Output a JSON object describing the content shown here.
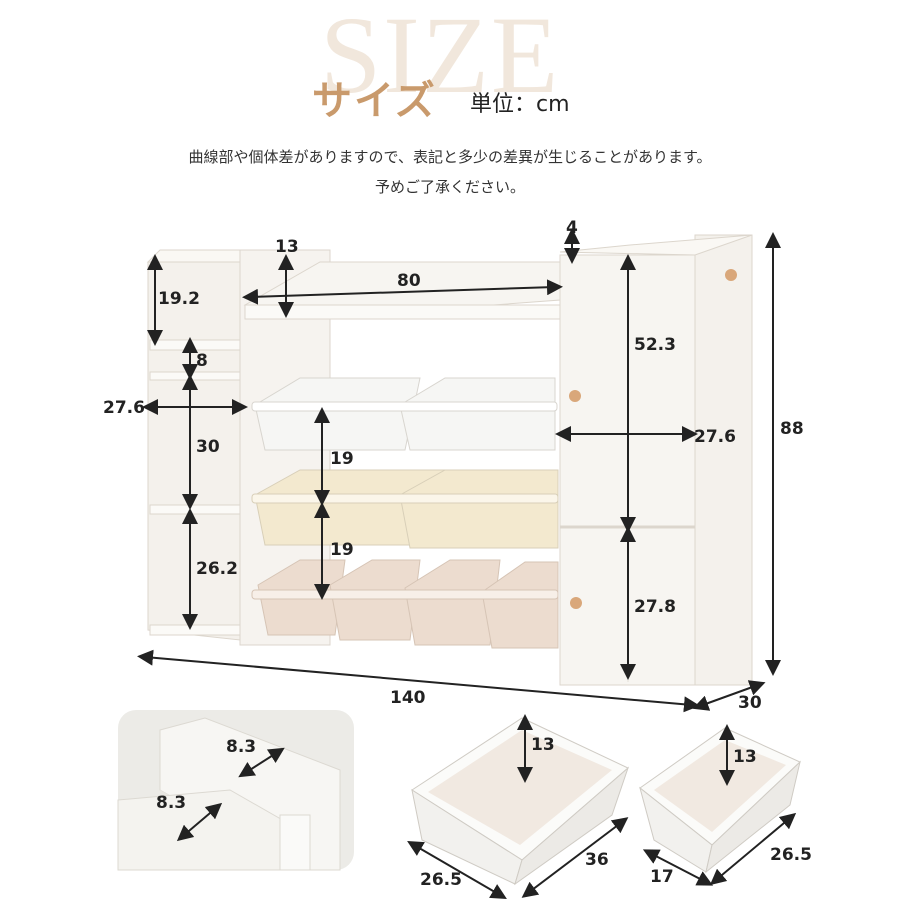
{
  "header": {
    "watermark": "SIZE",
    "title": "サイズ",
    "unit": "単位：cm"
  },
  "notes": {
    "line1": "曲線部や個体差がありますので、表記と多少の差異が生じることがあります。",
    "line2": "予めご了承ください。"
  },
  "colors": {
    "accent": "#c99a6c",
    "cabinet": "#f4f1ec",
    "bin_white": "#f6f6f4",
    "bin_cream": "#f3e9cf",
    "bin_pink": "#ecdccf",
    "knob": "#d9a77a"
  },
  "dimensions": {
    "shelf_height": "19.2",
    "top_depth": "13",
    "top_width": "80",
    "panel_thickness": "4",
    "side_gap": "8",
    "left_depth": "27.6",
    "left_compartment_upper": "30",
    "left_compartment_lower": "26.2",
    "bin_gap_1": "19",
    "bin_gap_2": "19",
    "cabinet_upper": "52.3",
    "cabinet_depth": "27.6",
    "cabinet_lower": "27.8",
    "total_height": "88",
    "total_width": "140",
    "total_depth": "30"
  },
  "detail": {
    "divider_1": "8.3",
    "divider_2": "8.3"
  },
  "bins": {
    "large_height": "13",
    "large_width": "26.5",
    "large_length": "36",
    "small_height": "13",
    "small_width": "17",
    "small_length": "26.5"
  }
}
